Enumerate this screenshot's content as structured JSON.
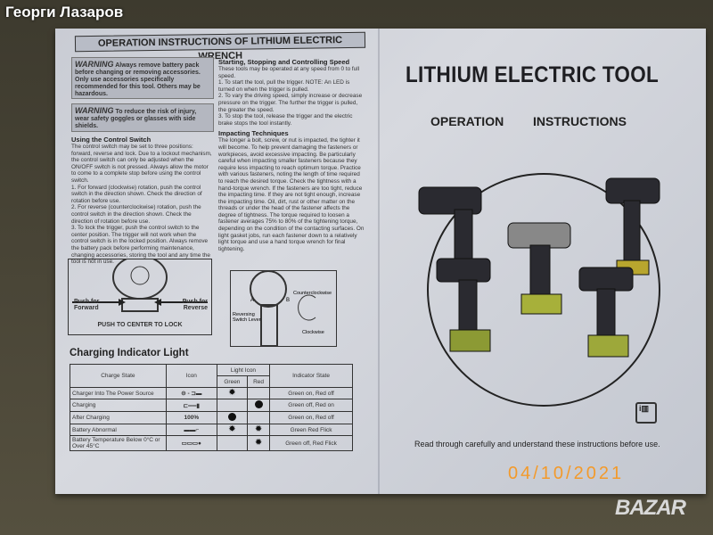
{
  "user_name": "Георги Лазаров",
  "left_page": {
    "header": "OPERATION INSTRUCTIONS OF LITHIUM ELECTRIC WRENCH",
    "warning1_label": "WARNING",
    "warning1_text": "Always remove battery pack before changing or removing accessories. Only use accessories specifically recommended for this tool. Others may be hazardous.",
    "warning2_label": "WARNING",
    "warning2_text": "To reduce the risk of injury, wear safety goggles or glasses with side shields.",
    "control_switch_title": "Using the Control Switch",
    "control_switch_text": "The control switch may be set to three positions: forward, reverse and lock. Due to a lockout mechanism, the control switch can only be adjusted when the ON/OFF switch is not pressed. Always allow the motor to come to a complete stop before using the control switch.",
    "control_steps": [
      "1. For forward (clockwise) rotation, push the control switch in the direction shown. Check the direction of rotation before use.",
      "2. For reverse (counterclockwise) rotation, push the control switch in the direction shown. Check the direction of rotation before use.",
      "3. To lock the trigger, push the control switch to the center position. The trigger will not work when the control switch is in the locked position. Always remove the battery pack before performing maintenance, changing accessories, storing the tool and any time the tool is not in use."
    ],
    "speed_title": "Starting, Stopping and Controlling Speed",
    "speed_text": "These tools may be operated at any speed from 0 to full speed.",
    "speed_steps": [
      "1. To start the tool, pull the trigger. NOTE: An LED is turned on when the trigger is pulled.",
      "2. To vary the driving speed, simply increase or decrease pressure on the trigger. The further the trigger is pulled, the greater the speed.",
      "3. To stop the tool, release the trigger and the electric brake stops the tool instantly."
    ],
    "impact_title": "Impacting Techniques",
    "impact_text": "The longer a bolt, screw, or nut is impacted, the tighter it will become. To help prevent damaging the fasteners or workpieces, avoid excessive impacting. Be particularly careful when impacting smaller fasteners because they require less impacting to reach optimum torque. Practice with various fasteners, noting the length of time required to reach the desired torque. Check the tightness with a hand-torque wrench. If the fasteners are too tight, reduce the impacting time. If they are not tight enough, increase the impacting time. Oil, dirt, rust or other matter on the threads or under the head of the fastener affects the degree of tightness. The torque required to loosen a fastener averages 75% to 80% of the tightening torque, depending on the condition of the contacting surfaces. On light gasket jobs, run each fastener down to a relatively light torque and use a hand torque wrench for final tightening.",
    "fig1": {
      "push_forward": "Push for Forward",
      "push_reverse": "Push for Reverse",
      "center": "PUSH TO CENTER TO LOCK"
    },
    "fig2": {
      "a": "A",
      "b": "B",
      "lever": "Reversing Switch Lever",
      "ccw": "Counterclockwise",
      "cw": "Clockwise"
    },
    "charging_title": "Charging Indicator Light",
    "table": {
      "headers": {
        "state": "Charge State",
        "icon": "Icon",
        "light_icon": "Light Icon",
        "green": "Green",
        "red": "Red",
        "indicator": "Indicator State"
      },
      "rows": [
        {
          "state": "Charger Into The Power Source",
          "icon": "⊝ - ⊐▬",
          "green": "flash",
          "red": "none",
          "indicator": "Green on, Red off"
        },
        {
          "state": "Charging",
          "icon": "⊏══▮",
          "green": "none",
          "red": "on",
          "indicator": "Green off, Red on"
        },
        {
          "state": "After Charging",
          "icon": "100%",
          "green": "on",
          "red": "none",
          "indicator": "Green on, Red off"
        },
        {
          "state": "Battery Abnormal",
          "icon": "▬▬⌐",
          "green": "flash",
          "red": "flash",
          "indicator": "Green Red Flick"
        },
        {
          "state": "Battery Temperature Below 0°C or Over 45°C",
          "icon": "▭▭▭●",
          "green": "none",
          "red": "flash",
          "indicator": "Green off, Red Flick"
        }
      ]
    }
  },
  "right_page": {
    "title": "LITHIUM ELECTRIC TOOL",
    "operation": "OPERATION",
    "instructions": "INSTRUCTIONS",
    "footer": "Read through carefully and understand these instructions before use.",
    "info_icon": "i"
  },
  "date_stamp": "04/10/2021",
  "watermark": "BAZAR"
}
